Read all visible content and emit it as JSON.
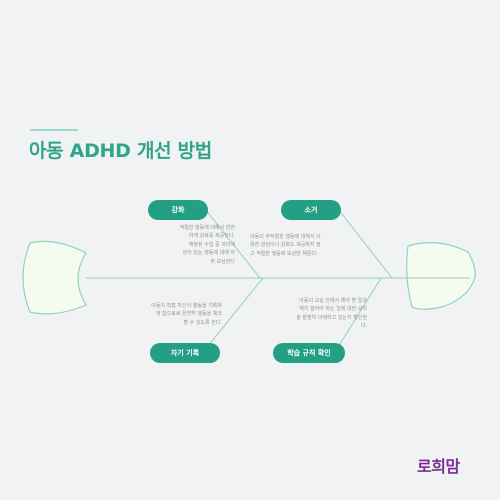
{
  "title": "아동 ADHD 개선 방법",
  "branches": {
    "top_left": {
      "label": "강화",
      "text": "적절한 행동에 대해서 빈번\n하게 강화를 제공한다.\n예정된 수업 중 자리에\n앉아 있는 행동에 대해 자\n주 보상한다"
    },
    "top_right": {
      "label": "소거",
      "text": "아동의 부적절한 행동에 대해서 이\n목한 관심이나 강화도 제공하지 말\n고 적절한 행동에 보상만 해준다."
    },
    "bottom_left": {
      "label": "자기 기록",
      "text": "아동이 직접 자신의 행동을 기록하\n게 함으로써 은연히 행동을 체크\n할 수 있도록 한다."
    },
    "bottom_right": {
      "label": "학습 규칙 확인",
      "text": "아동이 교실 안에서 해야 할 일과\n해지 말아야 하는 일에 대한 규칙\n을 분명히 이해하고 있는지 확인한\n다."
    }
  },
  "logo": "로희맘",
  "colors": {
    "accent": "#23a083",
    "line": "#8fd3c0",
    "head_fill": "#f5fbef",
    "logo": "#7b2f91"
  }
}
